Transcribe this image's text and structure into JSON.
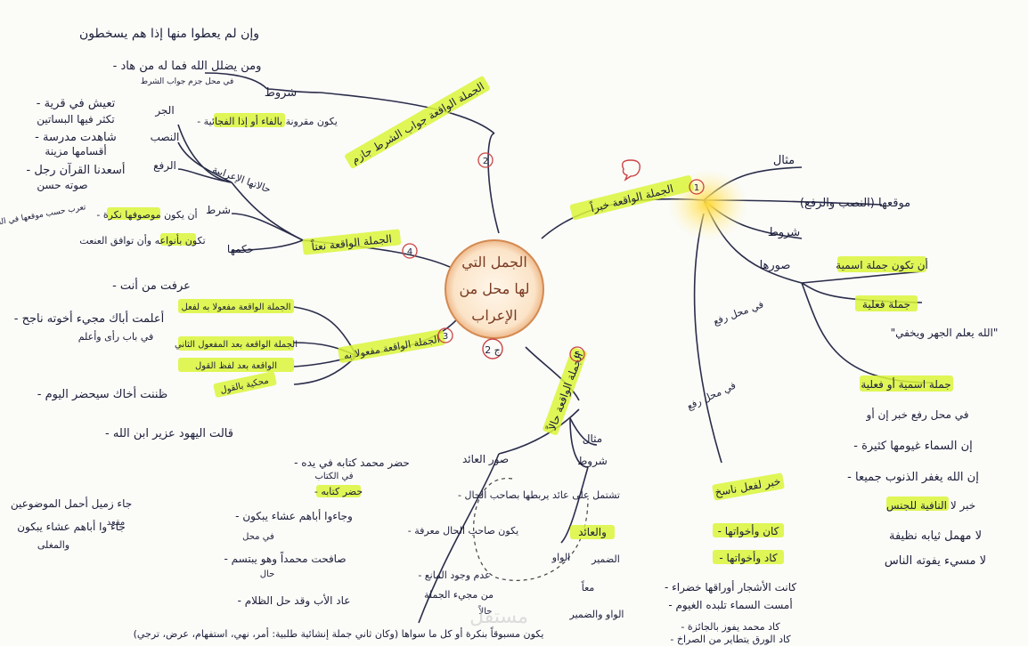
{
  "center": {
    "line1": "الجمل التي",
    "line2": "لها محل من",
    "line3": "الإعراب",
    "num": "ج 2"
  },
  "branch1": {
    "num": "1",
    "label": "الجملة الواقعة خبراً",
    "children": {
      "example": "مثال",
      "case": "(النصب والرفع) موقعها",
      "conditions": "شروط",
      "forms": "صورها"
    },
    "forms": [
      "أن تكون جملة اسمية",
      "جملة فعلية",
      "جملة اسمية أو فعلية"
    ],
    "quote": "\"الله يعلم الجهر ويخفي\"",
    "in_raf1": "في محل رفع",
    "in_raf2": "في محل رفع",
    "lower": "خبر لفعل ناسخ",
    "raf_note": "في محل رفع خبر إن أو",
    "ex1": "- إن السماء غيومها كثيرة",
    "ex2": "- إن الله يغفر الذنوب جميعا",
    "la_header": "خبر لا النافية للجنس",
    "la1": "لا مهمل ثيابه نظيفة",
    "la2": "لا مسيء يفوته الناس",
    "kana1": "- كان وأخواتها",
    "kana2": "- كاد وأخواتها",
    "kana_ex1": "- كانت الأشجار أوراقها خضراء",
    "kana_ex2": "- أمست السماء تلبده الغيوم",
    "kana_ex3": "- كاد محمد يفوز بالجائزة",
    "kana_ex4": "- كاد الورق يتطاير من الصراخ"
  },
  "branch2": {
    "num": "2",
    "label": "الجملة الواقعة جواب الشرط جازم",
    "cond": "شروط",
    "rule": "- يكون مقرونة بالفاء أو إذا الفجائية",
    "ex": "- ومن يضلل الله فما له من هاد",
    "ex_note": "في محل جزم جواب الشرط",
    "top": "وإن لم يعطوا منها إذا هم يسخطون"
  },
  "branch3": {
    "num": "4",
    "label": "الجملة الواقعة نعتاً",
    "status": "حالاتها الإعرابية",
    "jar": "الجر",
    "nasb": "النصب",
    "raf": "الرفع",
    "jar_ex1": "- تعيش في قرية",
    "jar_ex2": "تكثر فيها البساتين",
    "nasb_ex": "- شاهدت مدرسة",
    "nasb_ex2": "أقسامها مزينة",
    "raf_ex": "- أسعدنا القرآن رجل",
    "raf_ex2": "صوته حسن",
    "shart": "شرط",
    "shart_text": "- أن يكون موصوفها نكرة",
    "hukm": "حكمها",
    "hukm_text": "تكون بأنواعه وأن توافق العنعت",
    "side": "تعرب حسب موقعها في الجملة"
  },
  "branch4": {
    "num": "3",
    "label": "الجملة الواقعة مفعولا به",
    "head": "- عرفت من أنت",
    "items": [
      "الجملة الواقعة مفعولا به لفعل",
      "الجملة الواقعة بعد المفعول الثاني",
      "الواقعة بعد لفظ القول",
      "محكية بالقول"
    ],
    "ex1": "- أعلمت أباك مجيء أخوته ناجح",
    "ex1b": "في باب رأى وأعلم",
    "ex2": "- ظننت أخاك سيحضر اليوم",
    "ex3": "- قالت اليهود عزير ابن الله"
  },
  "branch5": {
    "num": "5",
    "label": "الجملة الواقعة حالاً",
    "children": {
      "example": "مثال",
      "conditions": "شروط",
      "forms": "صور العائد"
    },
    "cond1": "- تشتمل على عائد يربطها بصاحب الحال",
    "cond2": "- يكون صاحب الحال معرفة",
    "cond3": "- عدم وجود المانع",
    "cond4": "من مجيء الجملة",
    "cond4b": "حالاً",
    "aid": "والعائد",
    "aid_items": [
      "الضمير",
      "الواو",
      "معاً"
    ],
    "waw": "الواو والضمير",
    "ex_a": "- حضر محمد كتابه في يده",
    "ex_a2": "في الكتاب",
    "ex_b": "- حضر كتابه",
    "ex_c": "- وجاءوا أباهم عشاء يبكون",
    "ex_c2": "في محل",
    "ex_d": "- صافحت محمداً وهو يبتسم",
    "ex_d2": "حال",
    "ex_e": "- عاد الأب وقد حل الظلام",
    "left1": "جاء زميل أحمل الموضوعين",
    "left2": "مقعد",
    "left3": "جاء وا أباهم عشاء يبكون",
    "left4": "والمغلى",
    "bottom": "(وكان ثاني جملة إنشائية طلبية: أمر، نهي، استفهام، عرض، ترجي) يكون مسبوقاً بنكرة أو كل ما سواها",
    "watermark": "مستقل"
  }
}
